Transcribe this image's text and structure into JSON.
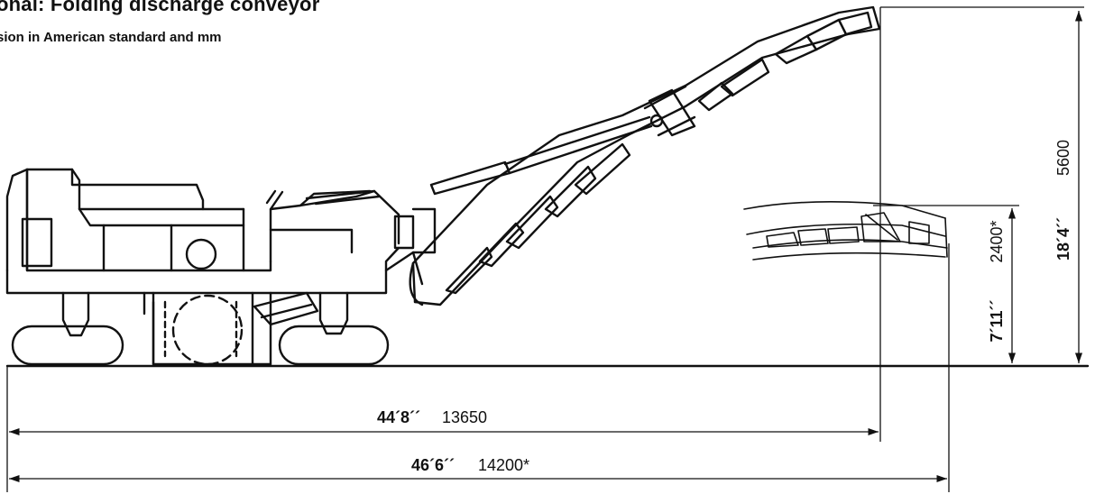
{
  "header": {
    "title": "onal: Folding discharge conveyor",
    "subtitle": "sion in American standard and mm"
  },
  "dimensions": {
    "height_raised": {
      "imperial": "18´4´´",
      "metric": "5600"
    },
    "height_folded": {
      "imperial": "7´11´´",
      "metric": "2400*"
    },
    "length_raised": {
      "imperial": "44´8´´",
      "metric": "13650"
    },
    "length_folded": {
      "imperial": "46´6´´",
      "metric": "14200*"
    }
  }
}
